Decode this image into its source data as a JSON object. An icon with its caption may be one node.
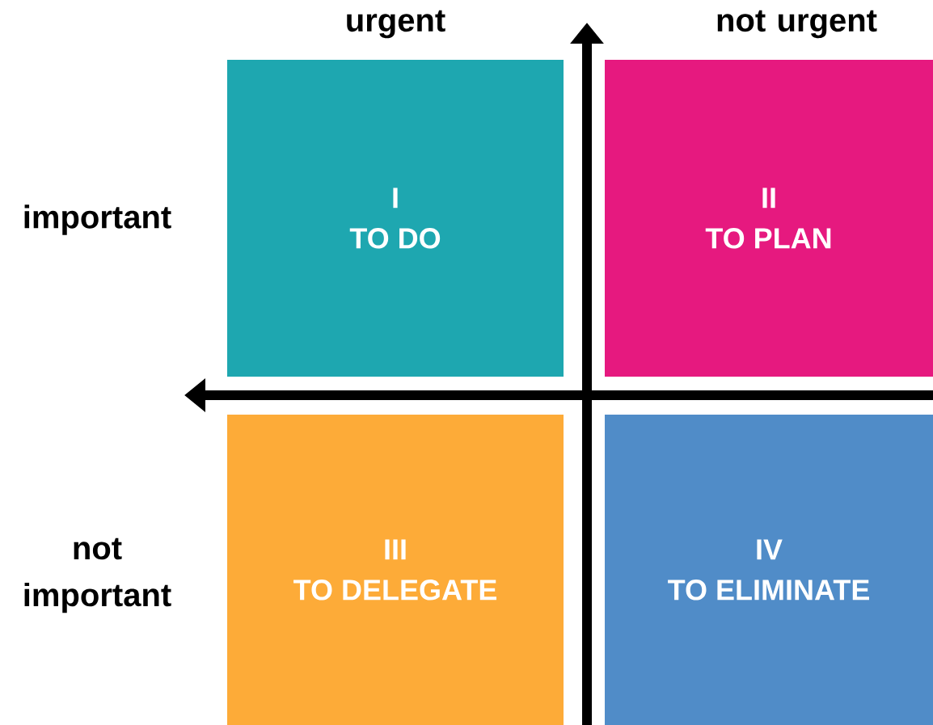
{
  "diagram": {
    "nodes": [
      {
        "text": [
          "I",
          "TO DO"
        ]
      },
      {
        "text": [
          "II",
          "TO PLAN"
        ]
      },
      {
        "text": [
          "III",
          "TO DELEGATE"
        ]
      },
      {
        "text": [
          "IV",
          "TO ELIMINATE"
        ]
      }
    ],
    "labels": [
      "urgent",
      "not urgent",
      "important",
      "not important"
    ]
  }
}
